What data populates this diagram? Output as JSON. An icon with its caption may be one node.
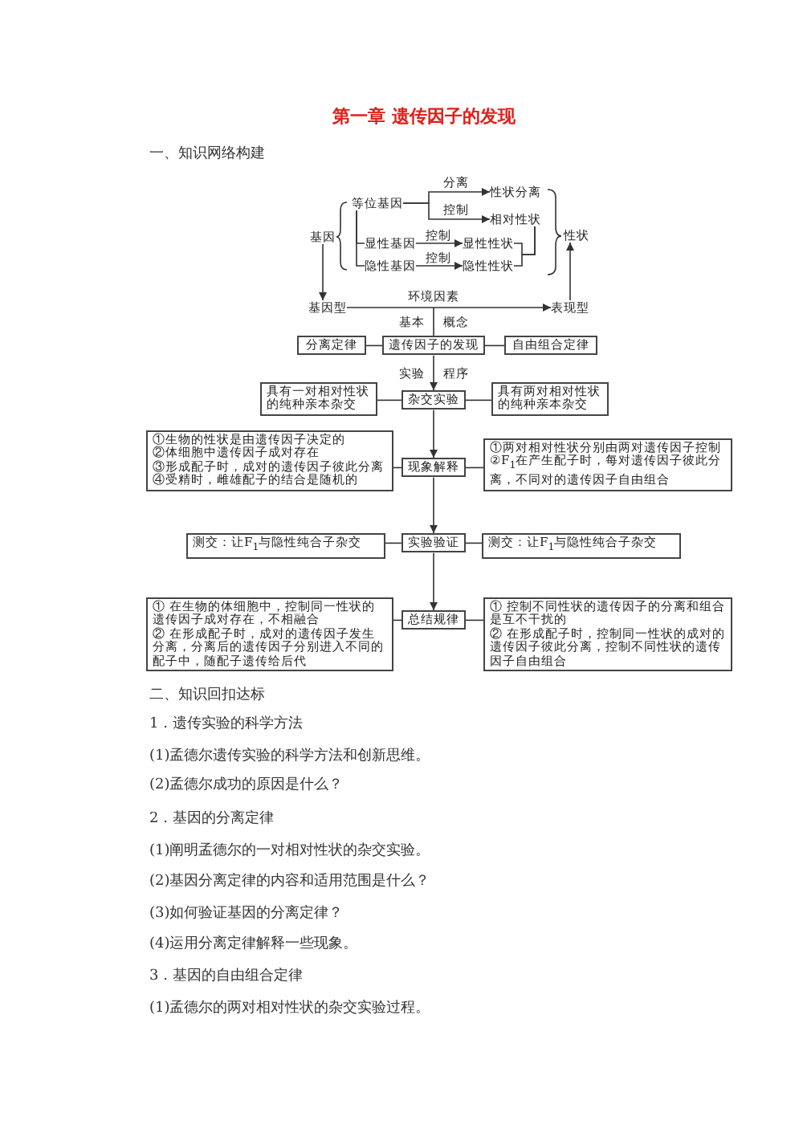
{
  "diagram": {
    "title": "第一章 遗传因子的发现",
    "nodes": [
      {
        "text": [
          "等位基因"
        ]
      },
      {
        "text": [
          "性状分离"
        ]
      },
      {
        "text": [
          "相对性状"
        ]
      },
      {
        "text": [
          "基因"
        ]
      },
      {
        "text": [
          "性状"
        ]
      },
      {
        "text": [
          "显性基因"
        ]
      },
      {
        "text": [
          "显性性状"
        ]
      },
      {
        "text": [
          "隐性基因"
        ]
      },
      {
        "text": [
          "隐性性状"
        ]
      },
      {
        "text": [
          "基因型"
        ]
      },
      {
        "text": [
          "表现型"
        ]
      },
      {
        "text": [
          "分离定律"
        ]
      },
      {
        "text": [
          "遗传因子的发现"
        ]
      },
      {
        "text": [
          "自由组合定律"
        ]
      },
      {
        "text": [
          "具有一对相对性状的纯种亲本杂交"
        ]
      },
      {
        "text": [
          "杂交实验"
        ]
      },
      {
        "text": [
          "具有两对相对性状的纯种亲本杂交"
        ]
      },
      {
        "text": [
          "①生物的性状是由遗传因子决定的",
          "②体细胞中遗传因子成对存在",
          "③形成配子时，成对的遗传因子彼此分离",
          "④受精时，雌雄配子的结合是随机的"
        ]
      },
      {
        "text": [
          "现象解释"
        ]
      },
      {
        "text": [
          "①两对相对性状分别由两对遗传因子控制",
          "②F$_{1}$在产生配子时，每对遗传因子彼此分离，不同对的遗传因子自由组合"
        ]
      },
      {
        "text": [
          "测交：让F$_{1}$与隐性纯合子杂交"
        ]
      },
      {
        "text": [
          "实验验证"
        ]
      },
      {
        "text": [
          "测交：让F$_{1}$与隐性纯合子杂交"
        ]
      },
      {
        "text": [
          "① 在生物的体细胞中，控制同一性状的遗传因子成对存在，不相融合",
          "② 在形成配子时，成对的遗传因子发生分离，分离后的遗传因子分别进入不同的配子中，随配子遗传给后代"
        ]
      },
      {
        "text": [
          "总结规律"
        ]
      },
      {
        "text": [
          "① 控制不同性状的遗传因子的分离和组合是互不干扰的",
          "② 在形成配子时，控制同一性状的成对的遗传因子彼此分离，控制不同性状的遗传因子自由组合"
        ]
      }
    ],
    "edges": [
      {
        "from": 3,
        "to": 9,
        "arrow": "to"
      },
      {
        "from": 0,
        "to": 1,
        "arrow": "to",
        "label": "分离"
      },
      {
        "from": 0,
        "to": 2,
        "arrow": "to",
        "label": "控制"
      },
      {
        "from": 0,
        "to": 5,
        "arrow": "none"
      },
      {
        "from": 0,
        "to": 7,
        "arrow": "none"
      },
      {
        "from": 5,
        "to": 6,
        "arrow": "to",
        "label": "控制"
      },
      {
        "from": 7,
        "to": 8,
        "arrow": "to",
        "label": "控制"
      },
      {
        "from": 6,
        "to": 2,
        "arrow": "none"
      },
      {
        "from": 8,
        "to": 2,
        "arrow": "none"
      },
      {
        "from": 9,
        "to": 10,
        "arrow": "to",
        "label": "环境因素"
      },
      {
        "from": 10,
        "to": 4,
        "arrow": "to"
      },
      {
        "from": null,
        "to": 12,
        "arrow": "none",
        "label": "基本 概念"
      },
      {
        "from": 12,
        "to": 11,
        "arrow": "none"
      },
      {
        "from": 12,
        "to": 13,
        "arrow": "none"
      },
      {
        "from": 12,
        "to": 15,
        "arrow": "to",
        "label": "实验 程序"
      },
      {
        "from": 14,
        "to": 15,
        "arrow": "none"
      },
      {
        "from": 15,
        "to": 16,
        "arrow": "none"
      },
      {
        "from": 15,
        "to": 18,
        "arrow": "to"
      },
      {
        "from": 17,
        "to": 18,
        "arrow": "none"
      },
      {
        "from": 18,
        "to": 19,
        "arrow": "none"
      },
      {
        "from": 18,
        "to": 21,
        "arrow": "to"
      },
      {
        "from": 20,
        "to": 21,
        "arrow": "none"
      },
      {
        "from": 21,
        "to": 22,
        "arrow": "none"
      },
      {
        "from": 21,
        "to": 24,
        "arrow": "to"
      },
      {
        "from": 23,
        "to": 24,
        "arrow": "none"
      },
      {
        "from": 24,
        "to": 25,
        "arrow": "none"
      }
    ],
    "labels": [
      "一、知识网络构建",
      "二、知识回扣达标",
      "1．遗传实验的科学方法",
      "(1)孟德尔遗传实验的科学方法和创新思维。",
      "(2)孟德尔成功的原因是什么？",
      "2．基因的分离定律",
      "(1)阐明孟德尔的一对相对性状的杂交实验。",
      "(2)基因分离定律的内容和适用范围是什么？",
      "(3)如何验证基因的分离定律？",
      "(4)运用分离定律解释一些现象。",
      "3．基因的自由组合定律",
      "(1)孟德尔的两对相对性状的杂交实验过程。"
    ]
  }
}
